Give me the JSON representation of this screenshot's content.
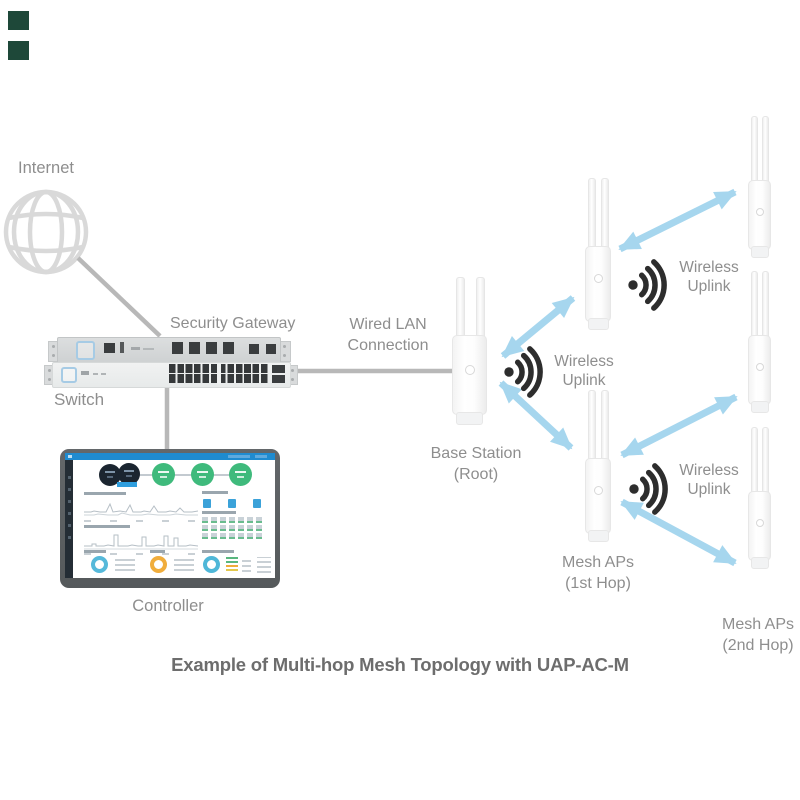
{
  "labels": {
    "internet": "Internet",
    "security_gateway": "Security Gateway",
    "switch": "Switch",
    "controller": "Controller",
    "wired_lan_1": "Wired LAN",
    "wired_lan_2": "Connection",
    "base_station_1": "Base Station",
    "base_station_2": "(Root)",
    "mesh_1st_1": "Mesh APs",
    "mesh_1st_2": "(1st Hop)",
    "mesh_2nd_1": "Mesh APs",
    "mesh_2nd_2": "(2nd Hop)",
    "wireless_uplink_1": "Wireless",
    "wireless_uplink_2": "Uplink",
    "caption": "Example of Multi-hop Mesh Topology with UAP-AC-M"
  },
  "colors": {
    "arrow_blue": "#a6d6ee",
    "connection_line": "#b8b8b8",
    "label_text": "#8e8e8e",
    "caption_text": "#6d6d6d",
    "wifi_icon": "#2d2d2d",
    "unifi_blue": "#1f8bd0",
    "dashboard_green": "#3fba7c",
    "dashboard_dark_circle": "#1b2530",
    "donut_orange": "#f0ad3c",
    "corner_marker": "#1e4839",
    "device_logo_outline": "#a6cbe5"
  }
}
